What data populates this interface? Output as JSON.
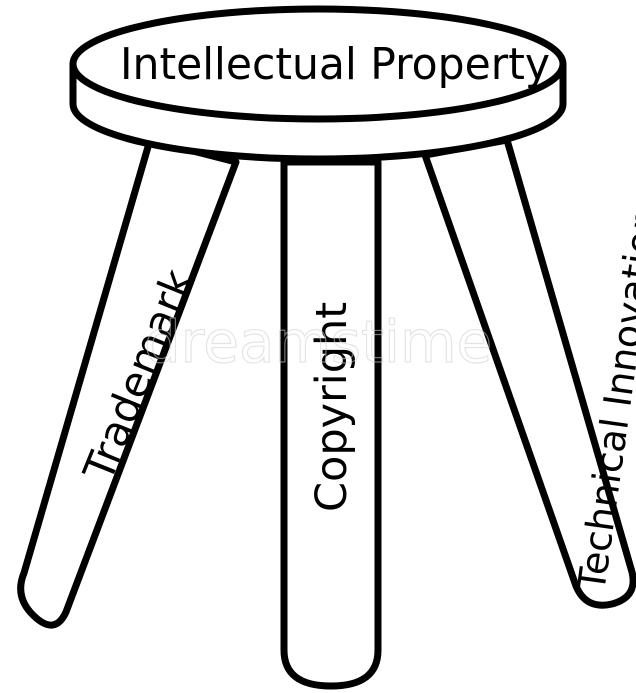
{
  "diagram": {
    "seat_label": "Intellectual Property",
    "legs": [
      {
        "id": "left",
        "label": "Trademark"
      },
      {
        "id": "middle",
        "label": "Copyright"
      },
      {
        "id": "right",
        "label": "Technical Innovation"
      }
    ],
    "watermark": "dreamstime"
  },
  "colors": {
    "stroke": "#000000",
    "fill": "#ffffff",
    "watermark": "#cfcfcf"
  }
}
